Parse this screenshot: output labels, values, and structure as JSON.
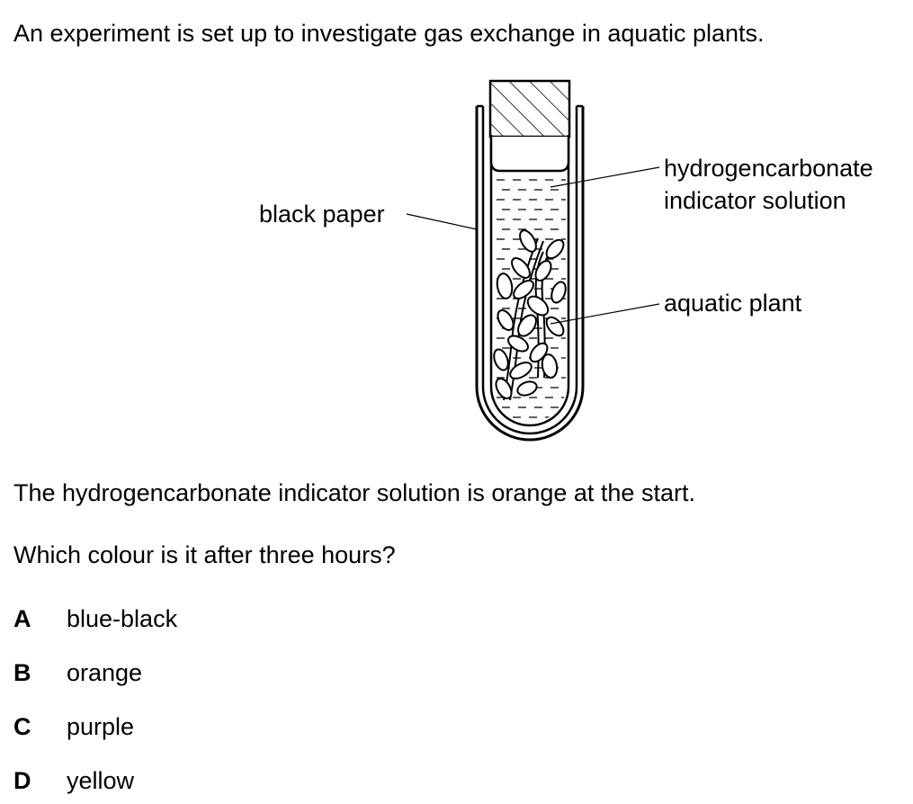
{
  "question": {
    "intro": "An experiment is set up to investigate gas exchange in aquatic plants.",
    "statement": "The hydrogencarbonate indicator solution is orange at the start.",
    "prompt": "Which colour is it after three hours?"
  },
  "diagram": {
    "labels": {
      "black_paper": "black paper",
      "indicator_line1": "hydrogencarbonate",
      "indicator_line2": "indicator solution",
      "aquatic_plant": "aquatic plant"
    }
  },
  "options": [
    {
      "letter": "A",
      "text": "blue-black"
    },
    {
      "letter": "B",
      "text": "orange"
    },
    {
      "letter": "C",
      "text": "purple"
    },
    {
      "letter": "D",
      "text": "yellow"
    }
  ]
}
